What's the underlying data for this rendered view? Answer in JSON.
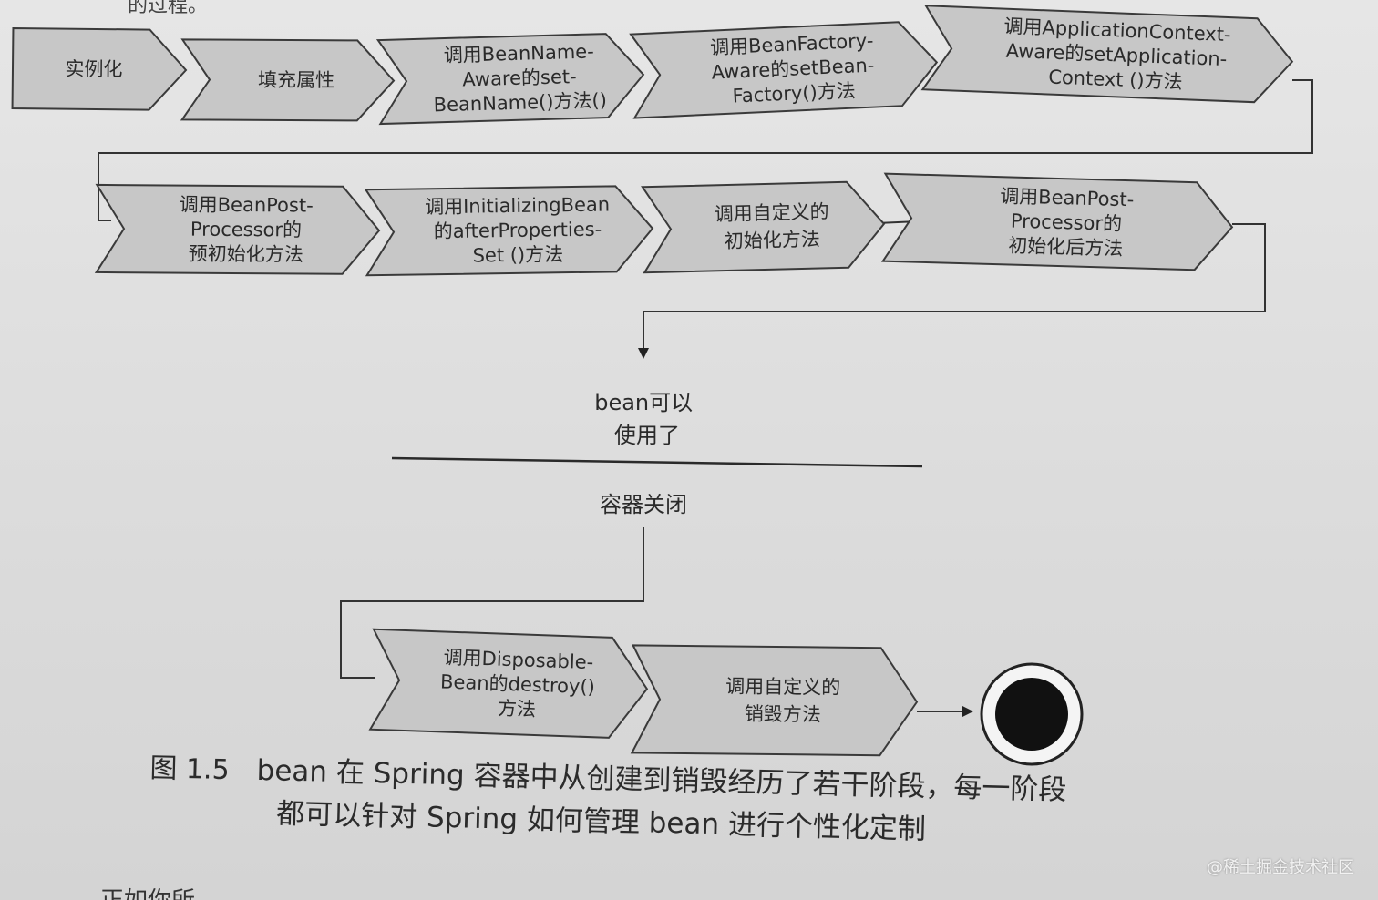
{
  "diagram": {
    "steps": [
      {
        "lines": [
          "实例化"
        ]
      },
      {
        "lines": [
          "填充属性"
        ]
      },
      {
        "lines": [
          "调用BeanName-",
          "Aware的set-",
          "BeanName()方法()"
        ]
      },
      {
        "lines": [
          "调用BeanFactory-",
          "Aware的setBean-",
          "Factory()方法"
        ]
      },
      {
        "lines": [
          "调用ApplicationContext-",
          "Aware的setApplication-",
          "Context ()方法"
        ]
      },
      {
        "lines": [
          "调用BeanPost-",
          "Processor的",
          "预初始化方法"
        ]
      },
      {
        "lines": [
          "调用InitializingBean",
          "的afterProperties-",
          "Set ()方法"
        ]
      },
      {
        "lines": [
          "调用自定义的",
          "初始化方法"
        ]
      },
      {
        "lines": [
          "调用BeanPost-",
          "Processor的",
          "初始化后方法"
        ]
      },
      {
        "lines": [
          "调用Disposable-",
          "Bean的destroy()",
          "方法"
        ]
      },
      {
        "lines": [
          "调用自定义的",
          "销毁方法"
        ]
      }
    ],
    "ready_text": [
      "bean可以",
      "使用了"
    ],
    "container_closed": "容器关闭"
  },
  "caption": {
    "figure_number": "图 1.5",
    "line1": "bean 在 Spring 容器中从创建到销毁经历了若干阶段，每一阶段",
    "line2": "都可以针对 Spring 如何管理 bean 进行个性化定制"
  },
  "fragments": {
    "top": "的过程。",
    "bottom": "正如你所"
  },
  "watermark": "@稀土掘金技术社区"
}
